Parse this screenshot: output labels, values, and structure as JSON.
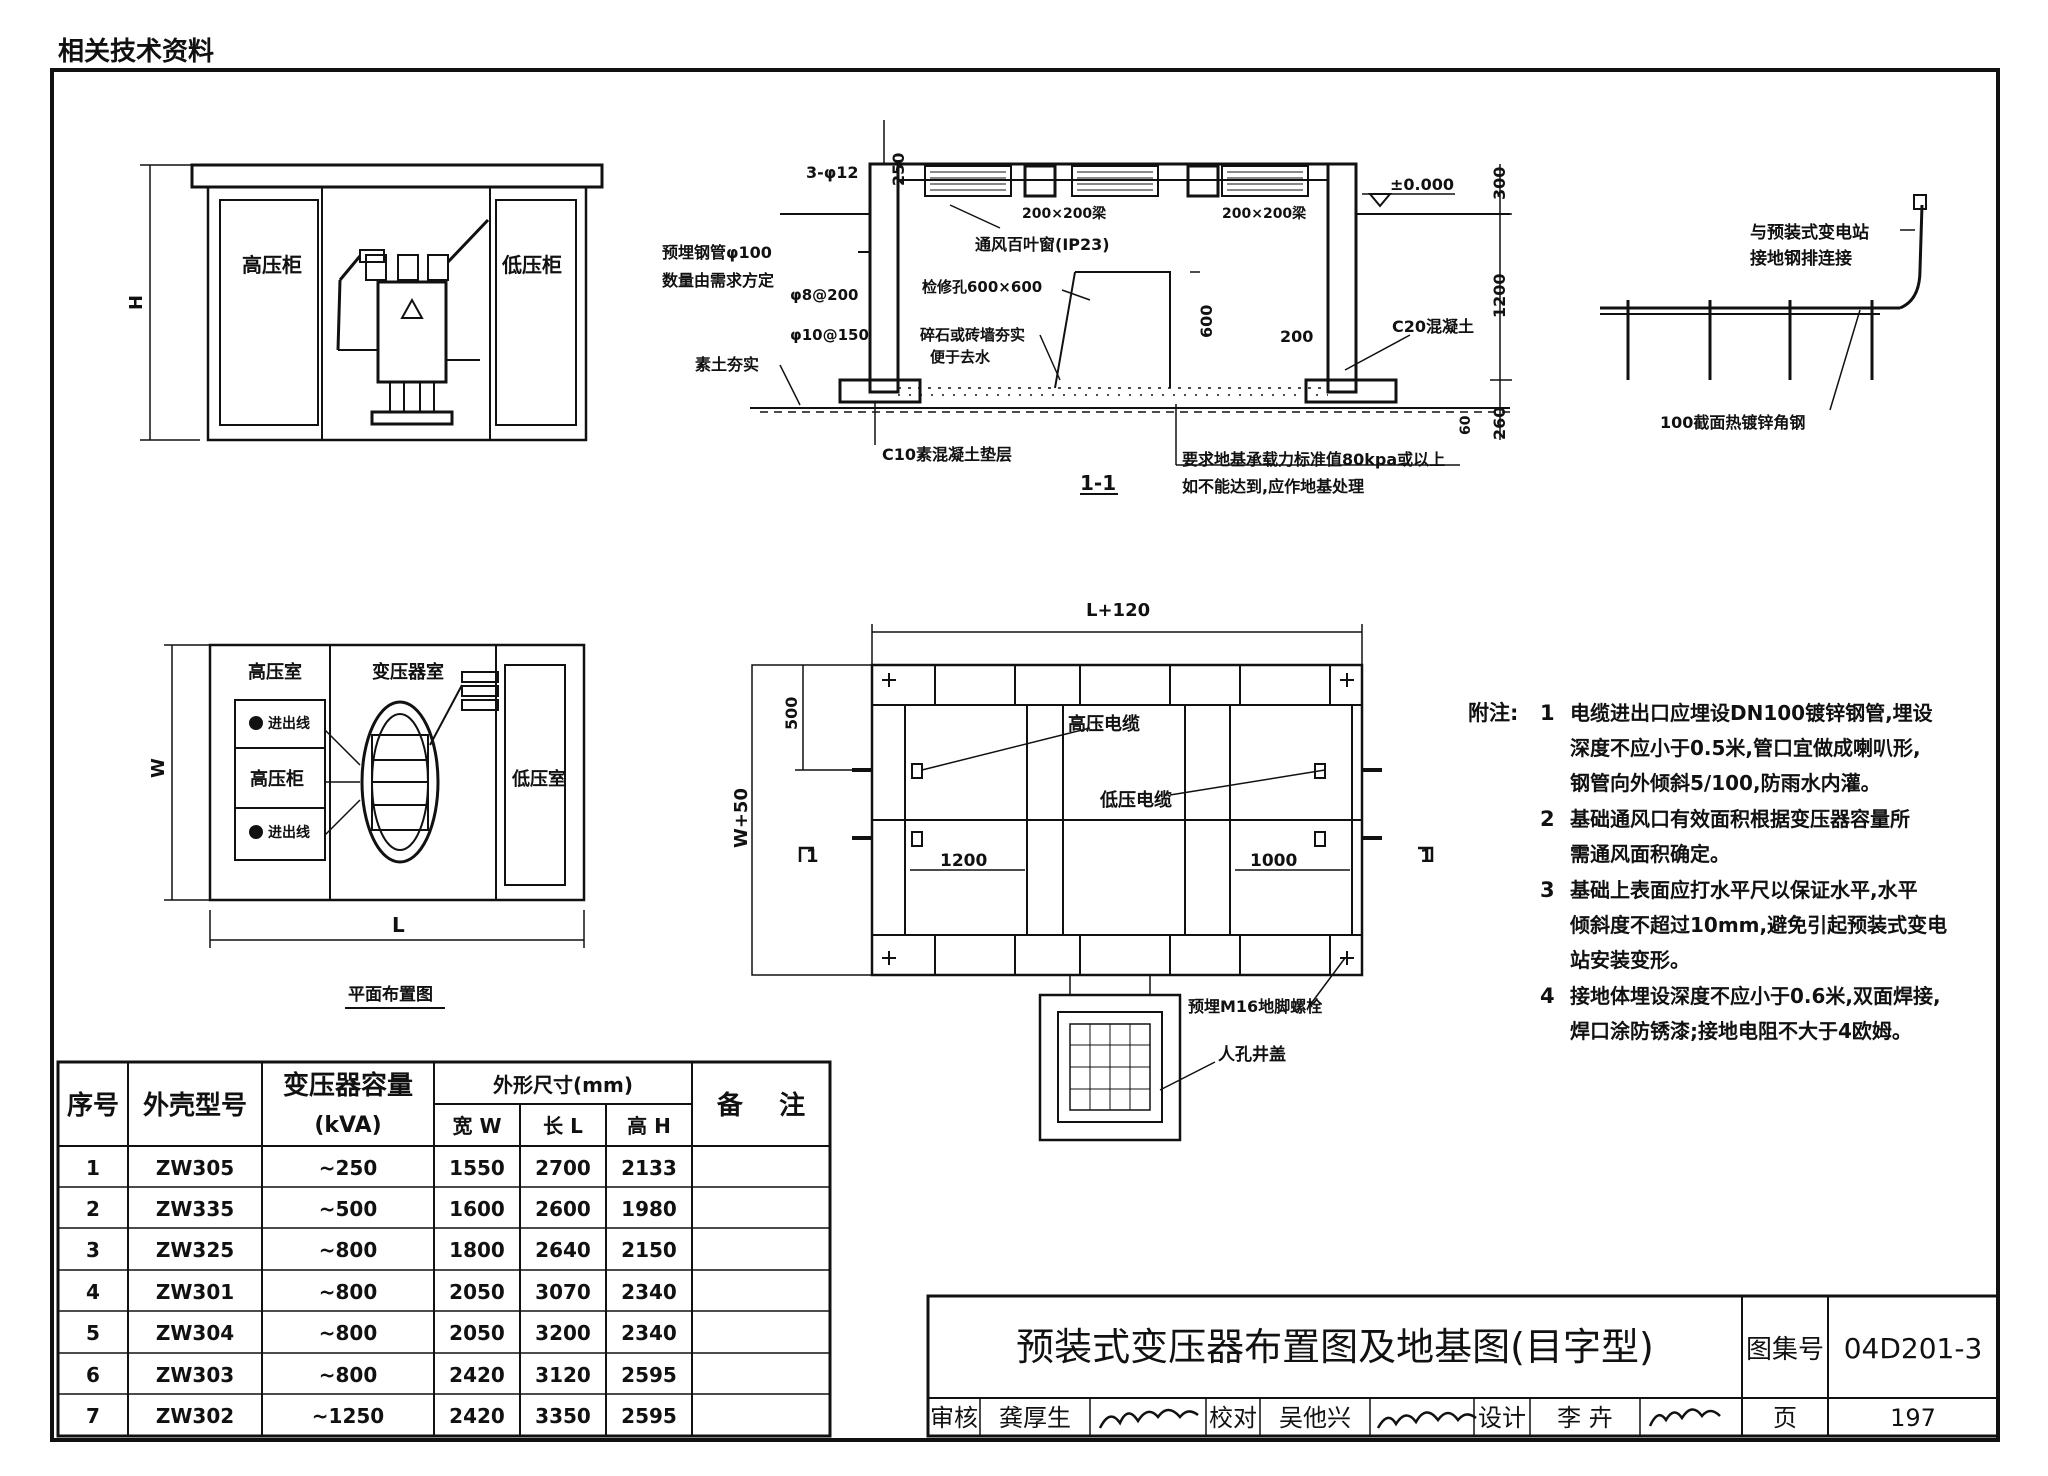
{
  "header": {
    "category": "相关技术资料"
  },
  "elevation": {
    "hv_cabinet": "高压柜",
    "lv_cabinet": "低压柜",
    "height_dim": "H"
  },
  "section": {
    "title": "1-1",
    "dims": {
      "top": "250",
      "top_wall": "300",
      "wall": "1200",
      "base": "260",
      "base_pad": "60",
      "opening": "600",
      "pier": "200"
    },
    "labels": {
      "rebar_top": "3-φ12",
      "vent_beam_1": "200×200梁",
      "vent_beam_2": "200×200梁",
      "elevation_mark": "±0.000",
      "pipe_1": "预埋钢管φ100",
      "pipe_2": "数量由需求方定",
      "stirrup": "φ8@200",
      "bar": "φ10@150",
      "louver": "通风百叶窗(IP23)",
      "access_hole": "检修孔600×600",
      "gravel_1": "碎石或砖墙夯实",
      "gravel_2": "便于去水",
      "concrete": "C20混凝土",
      "soil": "素土夯实",
      "cushion": "C10素混凝土垫层",
      "bearing_1": "要求地基承载力标准值80kpa或以上",
      "bearing_2": "如不能达到,应作地基处理"
    }
  },
  "grounding": {
    "connect_1": "与预装式变电站",
    "connect_2": "接地钢排连接",
    "steel": "100截面热镀锌角钢"
  },
  "plan": {
    "hv_room": "高压室",
    "tx_room": "变压器室",
    "lv_room": "低压室",
    "hv_cabinet": "高压柜",
    "line_in_out_1": "进出线",
    "line_in_out_2": "进出线",
    "width_dim": "W",
    "length_dim": "L",
    "caption": "平面布置图"
  },
  "foundation": {
    "length_dim": "L+120",
    "width_dim": "W+50",
    "dim_500": "500",
    "dim_1200": "1200",
    "dim_1000": "1000",
    "section_mark_left": "1",
    "section_mark_right": "1",
    "hv_cable": "高压电缆",
    "lv_cable": "低压电缆",
    "anchor_bolt": "预埋M16地脚螺栓",
    "manhole": "人孔井盖"
  },
  "notes": {
    "label": "附注:",
    "items": [
      {
        "num": "1",
        "lines": [
          "电缆进出口应埋设DN100镀锌钢管,埋设",
          "深度不应小于0.5米,管口宜做成喇叭形,",
          "钢管向外倾斜5/100,防雨水内灌。"
        ]
      },
      {
        "num": "2",
        "lines": [
          "基础通风口有效面积根据变压器容量所",
          "需通风面积确定。"
        ]
      },
      {
        "num": "3",
        "lines": [
          "基础上表面应打水平尺以保证水平,水平",
          "倾斜度不超过10mm,避免引起预装式变电",
          "站安装变形。"
        ]
      },
      {
        "num": "4",
        "lines": [
          "接地体埋设深度不应小于0.6米,双面焊接,",
          "焊口涂防锈漆;接地电阻不大于4欧姆。"
        ]
      }
    ]
  },
  "table": {
    "headers": {
      "no": "序号",
      "model": "外壳型号",
      "capacity": "变压器容量",
      "capacity_unit": "(kVA)",
      "dims": "外形尺寸(mm)",
      "width": "宽 W",
      "length": "长 L",
      "height": "高 H",
      "remark": "备    注"
    },
    "rows": [
      {
        "no": "1",
        "model": "ZW305",
        "capacity": "~250",
        "w": "1550",
        "l": "2700",
        "h": "2133",
        "remark": ""
      },
      {
        "no": "2",
        "model": "ZW335",
        "capacity": "~500",
        "w": "1600",
        "l": "2600",
        "h": "1980",
        "remark": ""
      },
      {
        "no": "3",
        "model": "ZW325",
        "capacity": "~800",
        "w": "1800",
        "l": "2640",
        "h": "2150",
        "remark": ""
      },
      {
        "no": "4",
        "model": "ZW301",
        "capacity": "~800",
        "w": "2050",
        "l": "3070",
        "h": "2340",
        "remark": ""
      },
      {
        "no": "5",
        "model": "ZW304",
        "capacity": "~800",
        "w": "2050",
        "l": "3200",
        "h": "2340",
        "remark": ""
      },
      {
        "no": "6",
        "model": "ZW303",
        "capacity": "~800",
        "w": "2420",
        "l": "3120",
        "h": "2595",
        "remark": ""
      },
      {
        "no": "7",
        "model": "ZW302",
        "capacity": "~1250",
        "w": "2420",
        "l": "3350",
        "h": "2595",
        "remark": ""
      }
    ]
  },
  "title_block": {
    "title": "预装式变压器布置图及地基图(目字型)",
    "atlas_label": "图集号",
    "atlas_no": "04D201-3",
    "review_label": "审核",
    "reviewer": "龚厚生",
    "check_label": "校对",
    "checker": "吴他兴",
    "design_label": "设计",
    "designer": "李 卉",
    "page_label": "页",
    "page_no": "197"
  }
}
